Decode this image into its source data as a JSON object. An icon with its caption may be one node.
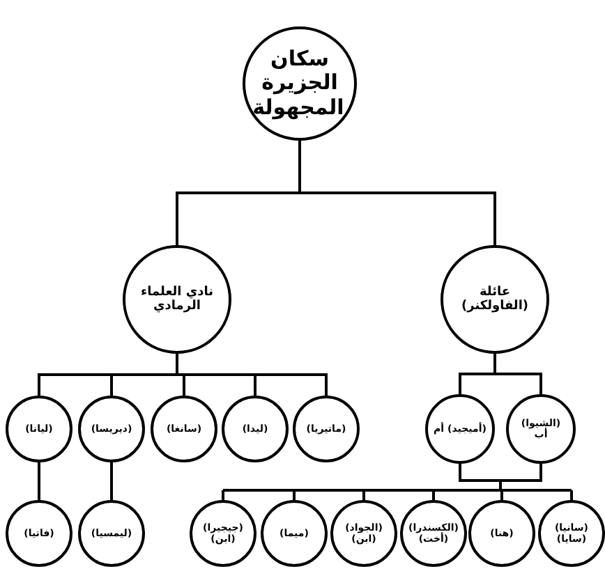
{
  "diagram": {
    "nodes": [
      {
        "text": [
          "سكان الجزيرة المجهولة"
        ]
      },
      {
        "text": [
          "نادي العلماء الرمادي"
        ]
      },
      {
        "text": [
          "عائلة (الفاولكنر)"
        ]
      },
      {
        "text": [
          "(ليانا)"
        ]
      },
      {
        "text": [
          "(ديريسا)"
        ]
      },
      {
        "text": [
          "(سانغا)"
        ]
      },
      {
        "text": [
          "(ليدا)"
        ]
      },
      {
        "text": [
          "(ماتيريا)"
        ]
      },
      {
        "text": [
          "(فاتيا)"
        ]
      },
      {
        "text": [
          "(ليمسيا)"
        ]
      },
      {
        "text": [
          "(أميجيد) أم"
        ]
      },
      {
        "text": [
          "(الشيوا) أب"
        ]
      },
      {
        "text": [
          "(جيجيرا) (ابن)"
        ]
      },
      {
        "text": [
          "(ميما)"
        ]
      },
      {
        "text": [
          "(الجواد) (ابن)"
        ]
      },
      {
        "text": [
          "(الكسندرا) (أخت)"
        ]
      },
      {
        "text": [
          "(هنا)"
        ]
      },
      {
        "text": [
          "(سانيا) (سايا)"
        ]
      }
    ],
    "edges": [
      {
        "from": 0,
        "to": 1,
        "arrow": "none"
      },
      {
        "from": 0,
        "to": 2,
        "arrow": "none"
      },
      {
        "from": 1,
        "to": 3,
        "arrow": "none"
      },
      {
        "from": 1,
        "to": 4,
        "arrow": "none"
      },
      {
        "from": 1,
        "to": 5,
        "arrow": "none"
      },
      {
        "from": 1,
        "to": 6,
        "arrow": "none"
      },
      {
        "from": 1,
        "to": 7,
        "arrow": "none"
      },
      {
        "from": 3,
        "to": 8,
        "arrow": "none"
      },
      {
        "from": 4,
        "to": 9,
        "arrow": "none"
      },
      {
        "from": 2,
        "to": 10,
        "arrow": "none"
      },
      {
        "from": 2,
        "to": 11,
        "arrow": "none"
      },
      {
        "from": 10,
        "to": 12,
        "arrow": "none"
      },
      {
        "from": 10,
        "to": 13,
        "arrow": "none"
      },
      {
        "from": 10,
        "to": 14,
        "arrow": "none"
      },
      {
        "from": 10,
        "to": 15,
        "arrow": "none"
      },
      {
        "from": 10,
        "to": 16,
        "arrow": "none"
      },
      {
        "from": 10,
        "to": 17,
        "arrow": "none"
      },
      {
        "from": 11,
        "to": 12,
        "arrow": "none"
      },
      {
        "from": 11,
        "to": 13,
        "arrow": "none"
      },
      {
        "from": 11,
        "to": 14,
        "arrow": "none"
      },
      {
        "from": 11,
        "to": 15,
        "arrow": "none"
      },
      {
        "from": 11,
        "to": 16,
        "arrow": "none"
      },
      {
        "from": 11,
        "to": 17,
        "arrow": "none"
      }
    ]
  }
}
